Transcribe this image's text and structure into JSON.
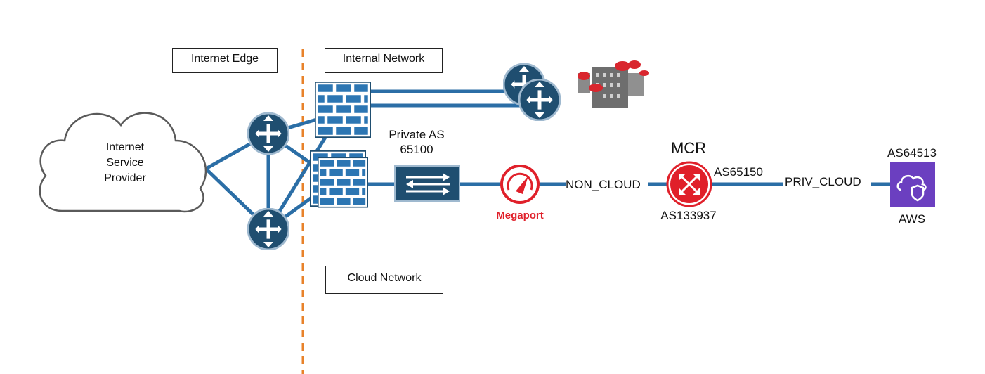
{
  "zones": {
    "internet_edge": "Internet Edge",
    "internal_network": "Internal Network",
    "cloud_network": "Cloud Network"
  },
  "isp": {
    "line1": "Internet",
    "line2": "Service",
    "line3": "Provider"
  },
  "private_as": {
    "line1": "Private AS",
    "line2": "65100"
  },
  "megaport": {
    "label": "Megaport",
    "color": "#e0202a"
  },
  "mcr": {
    "title": "MCR",
    "as_left": "AS133937",
    "as_right": "AS65150"
  },
  "links": {
    "non_cloud": "NON_CLOUD",
    "priv_cloud": "PRIV_CLOUD"
  },
  "aws": {
    "as": "AS64513",
    "label": "AWS",
    "color": "#6b3fc0"
  },
  "colors": {
    "link": "#2b6ea6",
    "device": "#1f4e70",
    "divider": "#e8822a",
    "firewall": "#2c76b3"
  },
  "icons": [
    "cloud-icon",
    "router-icon",
    "firewall-icon",
    "switch-icon",
    "buildings-icon",
    "megaport-icon",
    "mcr-icon",
    "aws-vpc-icon"
  ]
}
